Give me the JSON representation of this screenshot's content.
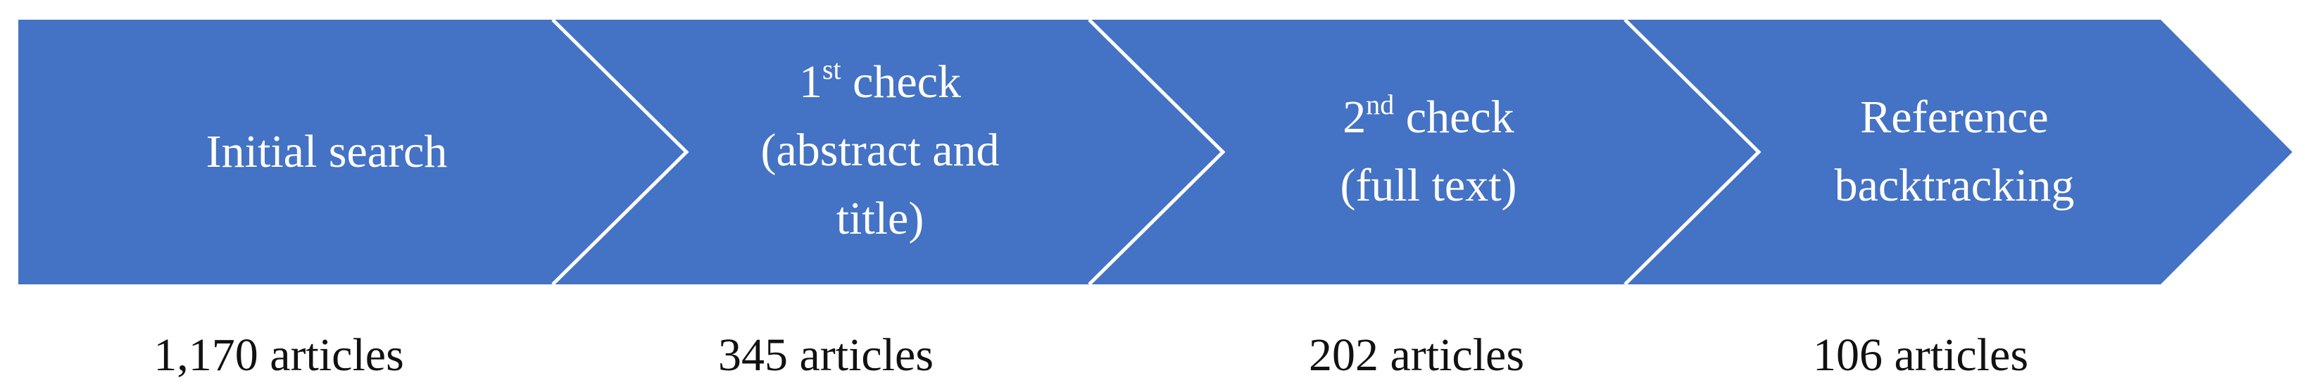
{
  "diagram": {
    "type": "chevron-process-flow",
    "colors": {
      "fill": "#4472C4",
      "separator": "#FFFFFF",
      "step_text": "#FFFFFF",
      "count_text": "#111111"
    },
    "steps": [
      {
        "line1": "Initial search",
        "count": "1,170 articles"
      },
      {
        "num": "1",
        "sup": "st",
        "line1_rest": " check",
        "line2": "(abstract and",
        "line3": "title)",
        "count": "345 articles"
      },
      {
        "num": "2",
        "sup": "nd",
        "line1_rest": " check",
        "line2": "(full text)",
        "count": "202 articles"
      },
      {
        "line1": "Reference",
        "line2": "backtracking",
        "count": "106 articles"
      }
    ]
  }
}
